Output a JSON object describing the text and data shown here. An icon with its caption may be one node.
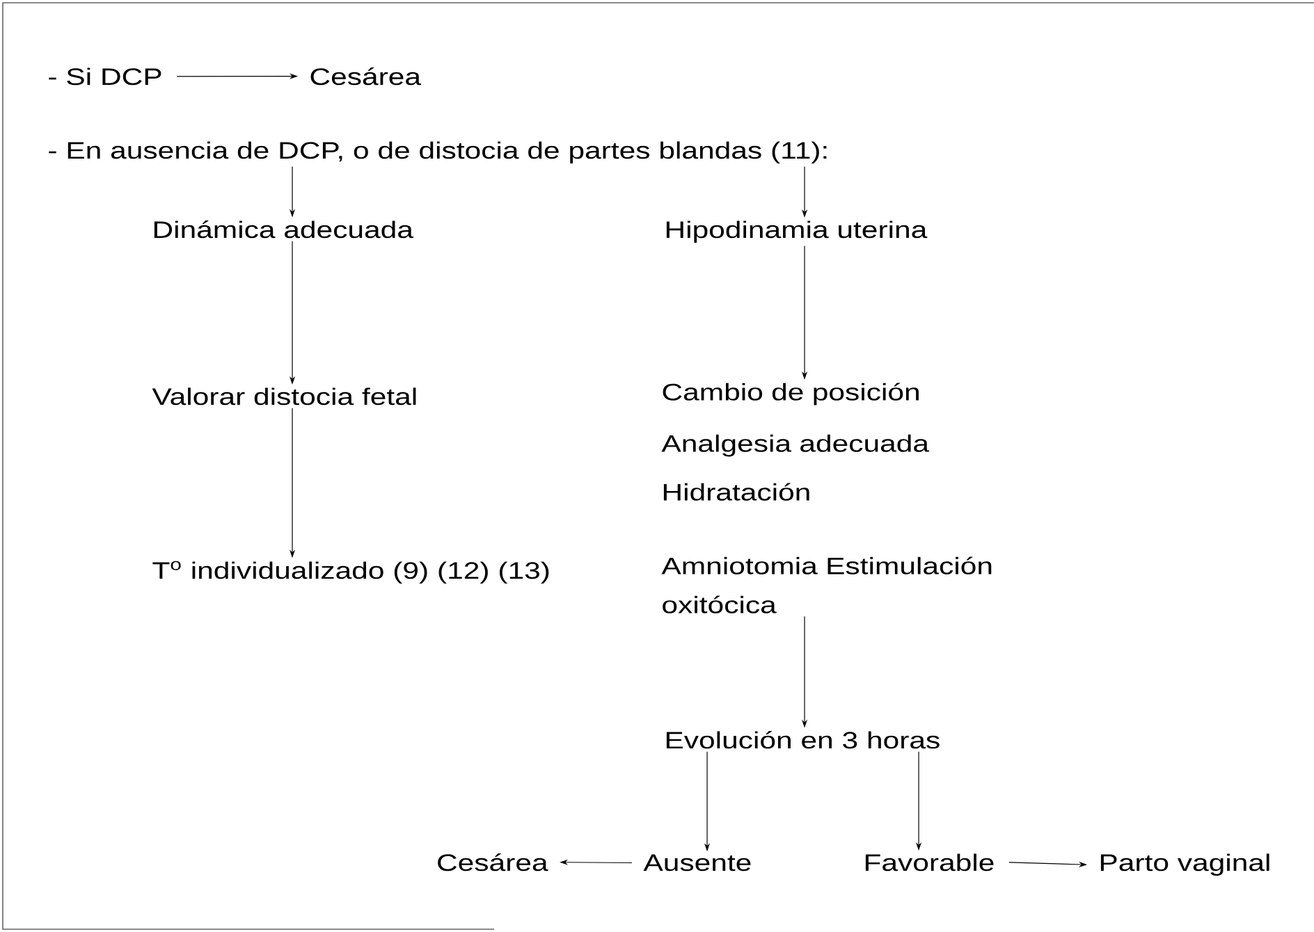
{
  "diagram": {
    "nodes": [
      {
        "text": [
          "- Si DCP"
        ]
      },
      {
        "text": [
          "Cesárea"
        ]
      },
      {
        "text": [
          "- En ausencia de DCP, o de distocia de partes blandas (11):"
        ]
      },
      {
        "text": [
          "Dinámica adecuada"
        ]
      },
      {
        "text": [
          "Hipodinamia uterina"
        ]
      },
      {
        "text": [
          "Valorar distocia fetal"
        ]
      },
      {
        "text": [
          "Cambio de posición",
          "Analgesia adecuada",
          "Hidratación",
          "Amniotomia Estimulación oxitócica"
        ]
      },
      {
        "text": [
          "T$^{o}$ individualizado (9) (12) (13)"
        ]
      },
      {
        "text": [
          "Evolución en 3 horas"
        ]
      },
      {
        "text": [
          "Cesárea"
        ]
      },
      {
        "text": [
          "Ausente"
        ]
      },
      {
        "text": [
          "Favorable"
        ]
      },
      {
        "text": [
          "Parto vaginal"
        ]
      }
    ],
    "edges": [
      {
        "from": 0,
        "to": 1,
        "arrow": "to"
      },
      {
        "from": 2,
        "to": 3,
        "arrow": "to"
      },
      {
        "from": 2,
        "to": 4,
        "arrow": "to"
      },
      {
        "from": 3,
        "to": 5,
        "arrow": "to"
      },
      {
        "from": 5,
        "to": 7,
        "arrow": "to"
      },
      {
        "from": 4,
        "to": 6,
        "arrow": "to"
      },
      {
        "from": 6,
        "to": 8,
        "arrow": "to"
      },
      {
        "from": 8,
        "to": 10,
        "arrow": "to"
      },
      {
        "from": 8,
        "to": 11,
        "arrow": "to"
      },
      {
        "from": 10,
        "to": 9,
        "arrow": "to"
      },
      {
        "from": 11,
        "to": 12,
        "arrow": "to"
      }
    ]
  }
}
